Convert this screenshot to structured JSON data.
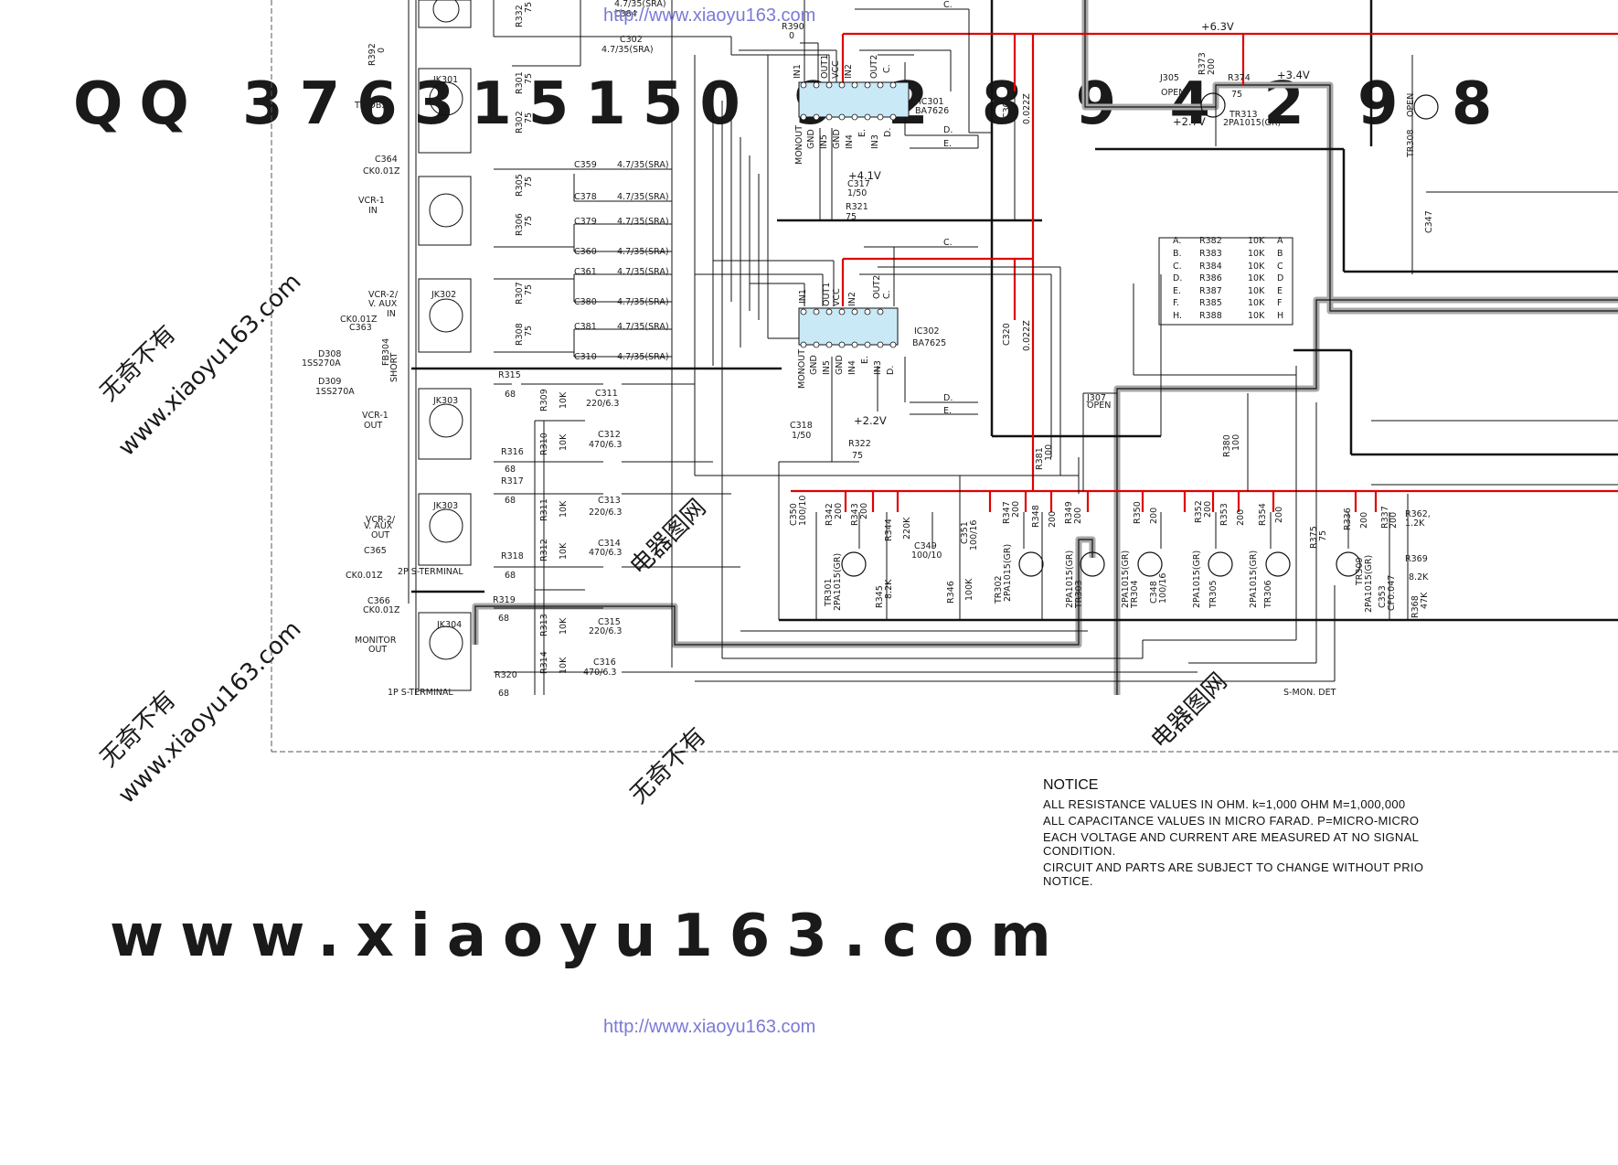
{
  "watermarks": {
    "url_top": "http://www.xiaoyu163.com",
    "url_bottom": "http://www.xiaoyu163.com",
    "big_footer": "www.xiaoyu163.com",
    "qq_row": "QQ 376315150 9 2 8 9 4 2 9 8",
    "diag_cn_1": "无奇不有",
    "diag_cn_2": "电器图网",
    "diag_url": "www.xiaoyu163.com"
  },
  "colors": {
    "power_rail": "#e00000",
    "signal_highlight": "#a8a8a8",
    "wire": "#111111",
    "voltage_text": "#d00000"
  },
  "notice": {
    "title": "NOTICE",
    "lines": [
      "ALL RESISTANCE VALUES IN OHM. k=1,000 OHM M=1,000,000",
      "ALL CAPACITANCE VALUES IN MICRO FARAD. P=MICRO-MICRO",
      "EACH VOLTAGE AND CURRENT ARE MEASURED AT NO SIGNAL",
      "CONDITION.",
      "CIRCUIT AND PARTS ARE SUBJECT TO CHANGE WITHOUT PRIO",
      "NOTICE."
    ]
  },
  "voltages": {
    "v63": "+6.3V",
    "v34": "+3.4V",
    "v27": "+2.7V",
    "v41": "+4.1V",
    "v22": "+2.2V"
  },
  "connectors": {
    "tvdbs": "TV/DBS",
    "jk301": "JK301",
    "vcr1_in": "VCR-1",
    "vcr1_in2": "IN",
    "vcr2_in": "VCR-2/",
    "vcr2_in2": "V. AUX",
    "vcr2_in3": "IN",
    "jk302": "JK302",
    "vcr1_out": "VCR-1",
    "vcr1_out2": "OUT",
    "jk303": "JK303",
    "vcr2_out": "VCR-2/",
    "vcr2_out2": "V. AUX",
    "vcr2_out3": "OUT",
    "jk303b": "JK303",
    "monitor": "MONITOR",
    "monitor2": "OUT",
    "jk304": "JK304",
    "s2p": "2P  S-TERMINAL",
    "s1p": "1P  S-TERMINAL",
    "smon": "S-MON. DET"
  },
  "ics": {
    "ic301": "IC301",
    "ic301_part": "BA7626",
    "ic302": "IC302",
    "ic302_part": "BA7625",
    "pins_top": [
      "IN1",
      "OUT1",
      "VCC",
      "IN2",
      "OUT2",
      "C."
    ],
    "pins_bot": [
      "MONOUT",
      "GND",
      "IN5",
      "GND",
      "IN4",
      "E.",
      "IN3",
      "D."
    ]
  },
  "parts": {
    "r332": "R332",
    "r332v": "75",
    "c384": "C384",
    "c384v": "4.7/35(SRA)",
    "c384v2": "4.7/35(SRA)",
    "c302": "C302",
    "c302v": "4.7/35(SRA)",
    "r390": "R390",
    "r390v": "0",
    "r392": "R392",
    "r392v": "0",
    "r301": "R301",
    "r301v": "75",
    "r302": "R302",
    "r302v": "75",
    "c364": "C364",
    "c364v": "CK0.01Z",
    "r305": "R305",
    "r305v": "75",
    "r306": "R306",
    "r306v": "75",
    "r307": "R307",
    "r307v": "75",
    "r308": "R308",
    "r308v": "75",
    "c359": "C359",
    "c378": "C378",
    "c379": "C379",
    "c360": "C360",
    "c361": "C361",
    "c380": "C380",
    "c381": "C381",
    "c310": "C310",
    "cap47": "4.7/35(SRA)",
    "c363": "C363",
    "c363v": "CK0.01Z",
    "d308": "D308",
    "d308v": "1SS270A",
    "d309": "D309",
    "d309v": "1SS270A",
    "fb304": "FB304",
    "fb304v": "SHORT",
    "r315": "R315",
    "r316": "R316",
    "r317": "R317",
    "r318": "R318",
    "r319": "R319",
    "r320": "R320",
    "r68": "68",
    "r309": "R309",
    "r310": "R310",
    "r311": "R311",
    "r312": "R312",
    "r313": "R313",
    "r314": "R314",
    "r10k": "10K",
    "c311": "C311",
    "c312": "C312",
    "c313": "C313",
    "c314": "C314",
    "c315": "C315",
    "c316": "C316",
    "v220": "220/6.3",
    "v470": "470/6.3",
    "c365": "C365",
    "c365v": "CK0.01Z",
    "c366": "C366",
    "c366v": "CK0.01Z",
    "c304": "C304",
    "c304v": "0.022Z",
    "c320": "C320",
    "c320v": "0.022Z",
    "c317": "C317",
    "c317v": "1/50",
    "r321": "R321",
    "r321v": "75",
    "c318": "C318",
    "c318v": "1/50",
    "r322": "R322",
    "r322v": "75",
    "j305": "J305",
    "j305v": "OPEN",
    "r373": "R373",
    "r373v": "200",
    "r374": "R374",
    "r374v": "75",
    "tr313": "TR313",
    "tr313v": "2PA1015(GR)",
    "tr308": "TR308",
    "tr308v": "OPEN",
    "j307": "J307",
    "j307v": "OPEN",
    "r381": "R381",
    "r381v": "100",
    "r380": "R380",
    "r380v": "100",
    "c350": "C350",
    "c350v": "100/10",
    "r342": "R342",
    "r342v": "200",
    "r343": "R343",
    "r343v": "200",
    "r344": "R344",
    "r344v": "220K",
    "r345": "R345",
    "r345v": "8.2K",
    "c349": "C349",
    "c349v": "100/10",
    "r346": "R346",
    "r346v": "100K",
    "c351": "C351",
    "c351v": "100/16",
    "r347": "R347",
    "r347v": "200",
    "r348": "R348",
    "r348v": "200",
    "r349": "R349",
    "r349v": "200",
    "r350": "R350",
    "r350v": "200",
    "c348": "C348",
    "c348v": "100/16",
    "r352": "R352",
    "r352v": "200",
    "r353": "R353",
    "r353v": "200",
    "r354": "R354",
    "r354v": "200",
    "r375": "R375",
    "r375v": "75",
    "r336": "R336",
    "r336v": "200",
    "r337": "R337",
    "r337v": "200",
    "r362": "R362,",
    "r362v": "1.2K",
    "r369": "R369",
    "r369v": "8.2K",
    "r368": "R368",
    "r368v": "47K",
    "c353": "C353",
    "c353v": "CF0.047",
    "c347": "C347",
    "tr301": "TR301",
    "tr302": "TR302",
    "tr303": "TR303",
    "tr304": "TR304",
    "tr305": "TR305",
    "tr306": "TR306",
    "tr309": "TR309",
    "trv": "2PA1015(GR)"
  },
  "resistor_array": [
    {
      "left": "A.",
      "ref": "R382",
      "val": "10K",
      "right": "A"
    },
    {
      "left": "B.",
      "ref": "R383",
      "val": "10K",
      "right": "B"
    },
    {
      "left": "C.",
      "ref": "R384",
      "val": "10K",
      "right": "C"
    },
    {
      "left": "D.",
      "ref": "R386",
      "val": "10K",
      "right": "D"
    },
    {
      "left": "E.",
      "ref": "R387",
      "val": "10K",
      "right": "E"
    },
    {
      "left": "F.",
      "ref": "R385",
      "val": "10K",
      "right": "F"
    },
    {
      "left": "H.",
      "ref": "R388",
      "val": "10K",
      "right": "H"
    }
  ],
  "bus_labels": {
    "c": "C.",
    "d": "D.",
    "e": "E."
  }
}
